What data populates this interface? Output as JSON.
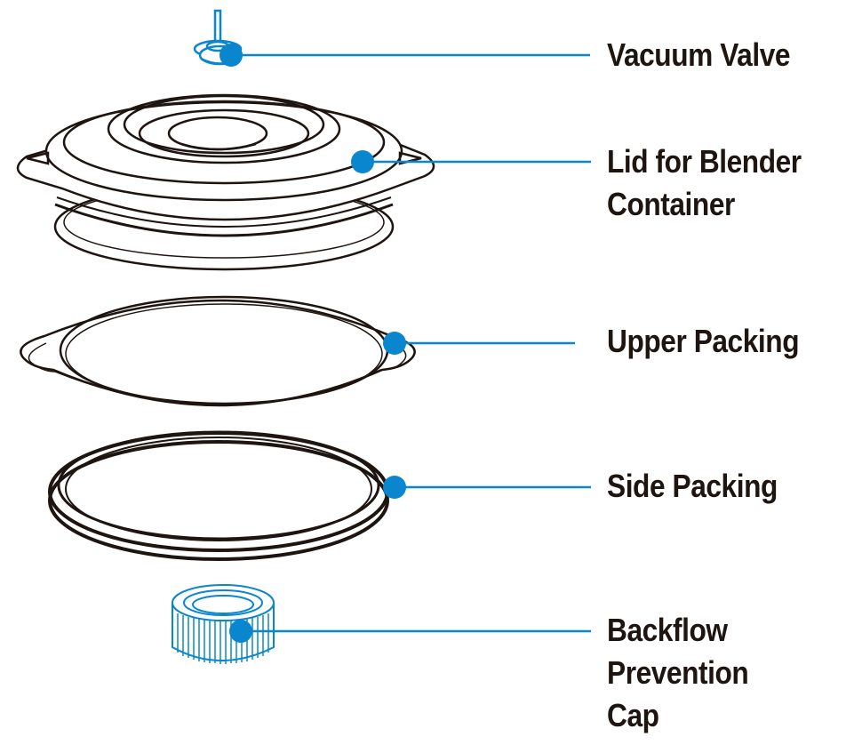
{
  "diagram": {
    "type": "exploded parts diagram",
    "accent_color": "#0a86cf",
    "line_color": "#1e1410",
    "parts": [
      {
        "id": "vacuum-valve",
        "label_lines": [
          "Vacuum Valve"
        ]
      },
      {
        "id": "lid",
        "label_lines": [
          "Lid for Blender",
          "Container"
        ]
      },
      {
        "id": "upper-packing",
        "label_lines": [
          "Upper Packing"
        ]
      },
      {
        "id": "side-packing",
        "label_lines": [
          "Side Packing"
        ]
      },
      {
        "id": "backflow-cap",
        "label_lines": [
          "Backflow",
          "Prevention",
          "Cap"
        ]
      }
    ]
  }
}
